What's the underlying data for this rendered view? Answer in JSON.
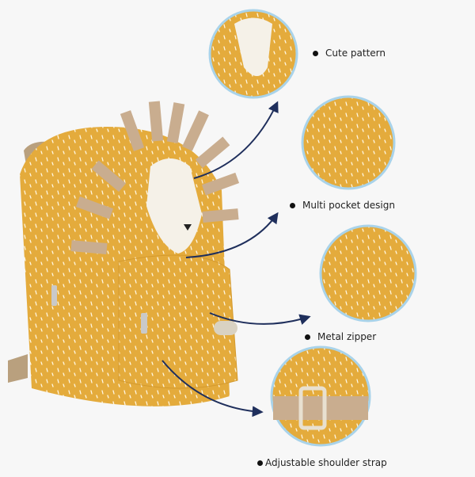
{
  "features": [
    {
      "label": "Cute pattern"
    },
    {
      "label": "Multi pocket design"
    },
    {
      "label": "Metal zipper"
    },
    {
      "label": "Adjustable shoulder strap"
    }
  ],
  "colors": {
    "bag": "#e4ab3c",
    "ring": "#a9d3ea",
    "arrow": "#1f2f5c",
    "mane": "#c9ad8f"
  }
}
